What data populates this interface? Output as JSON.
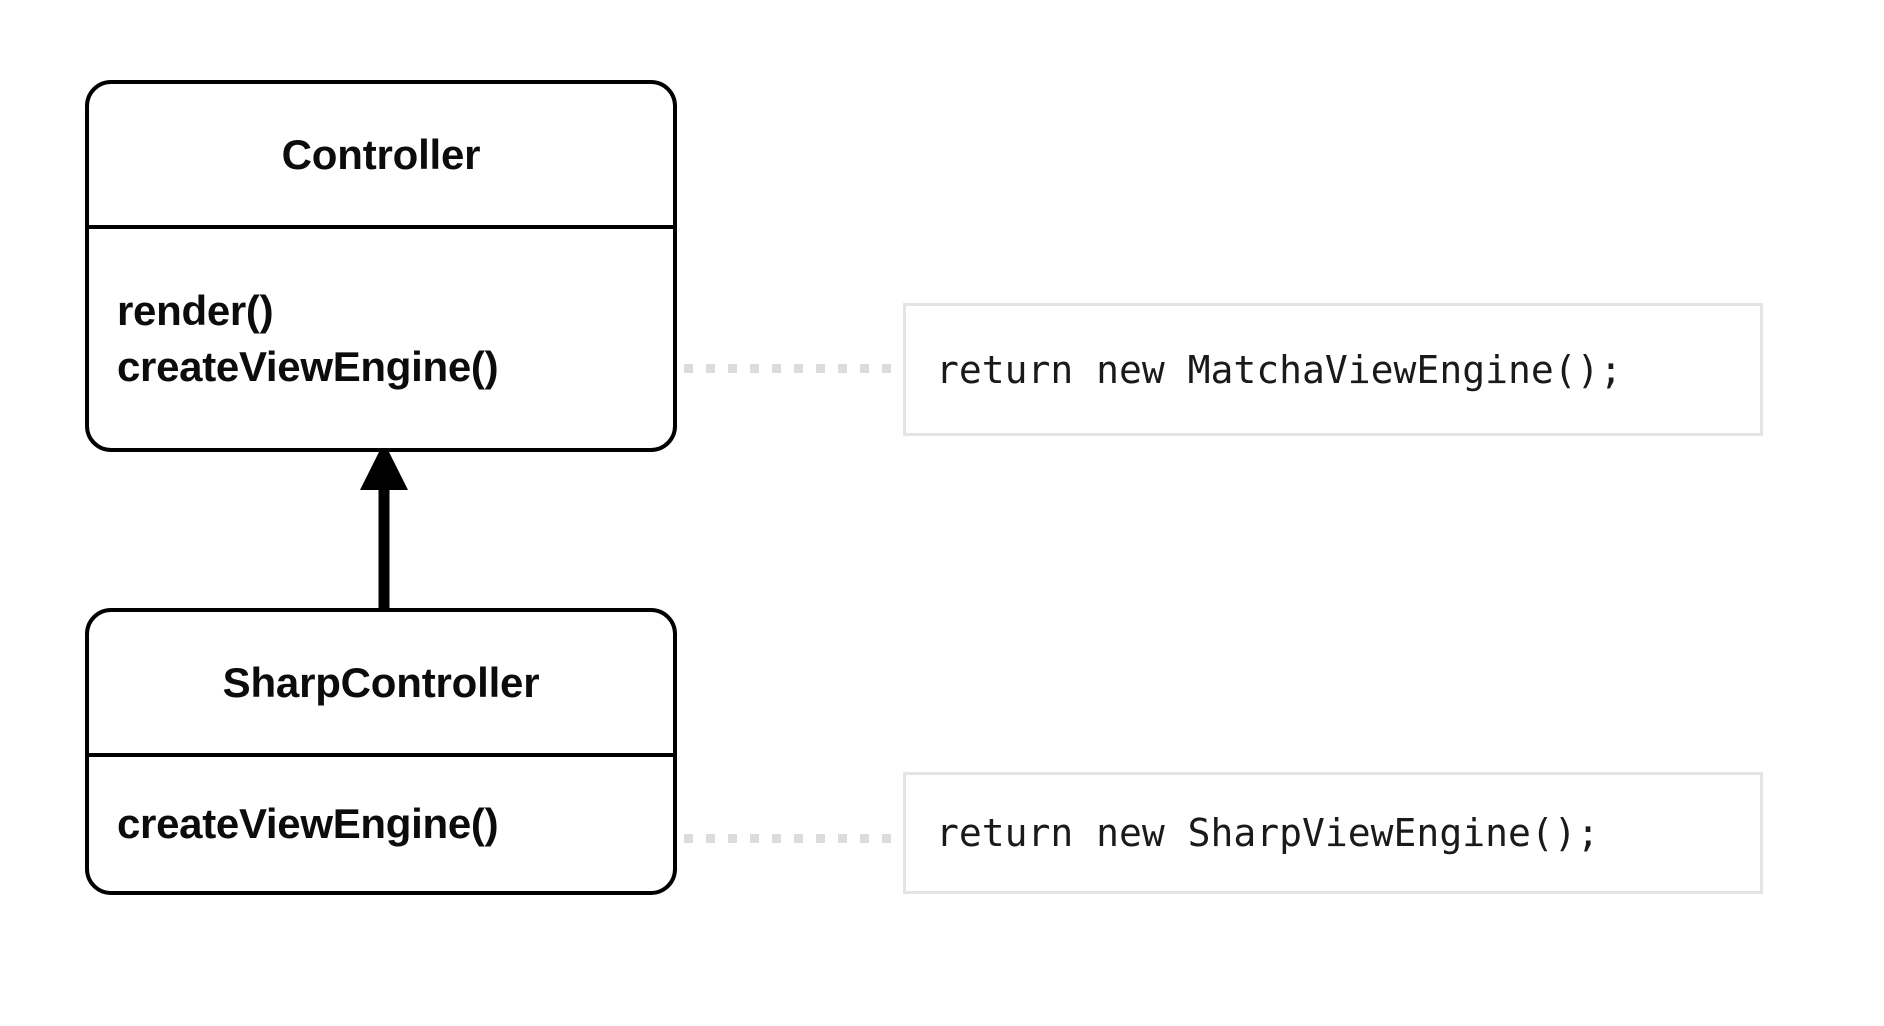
{
  "diagram": {
    "type": "uml-class-diagram",
    "background_color": "#ffffff",
    "classes": [
      {
        "id": "controller",
        "name": "Controller",
        "members": [
          "render()",
          "createViewEngine()"
        ]
      },
      {
        "id": "sharpcontroller",
        "name": "SharpController",
        "members": [
          "createViewEngine()"
        ]
      }
    ],
    "relationships": [
      {
        "kind": "generalization",
        "from": "SharpController",
        "to": "Controller",
        "arrow": "filled-triangle-up",
        "color": "#000000"
      }
    ],
    "notes": [
      {
        "id": "note-matcha",
        "attached_to": "Controller.createViewEngine()",
        "code": "return new MatchaViewEngine();",
        "connector": "dotted",
        "connector_color": "#dcdcdc",
        "border_color": "#e4e4e4"
      },
      {
        "id": "note-sharp",
        "attached_to": "SharpController.createViewEngine()",
        "code": "return new SharpViewEngine();",
        "connector": "dotted",
        "connector_color": "#dcdcdc",
        "border_color": "#e4e4e4"
      }
    ],
    "colors": {
      "stroke": "#000000",
      "text": "#0c0c0c",
      "note_border": "#e4e4e4",
      "leader": "#dcdcdc"
    }
  }
}
